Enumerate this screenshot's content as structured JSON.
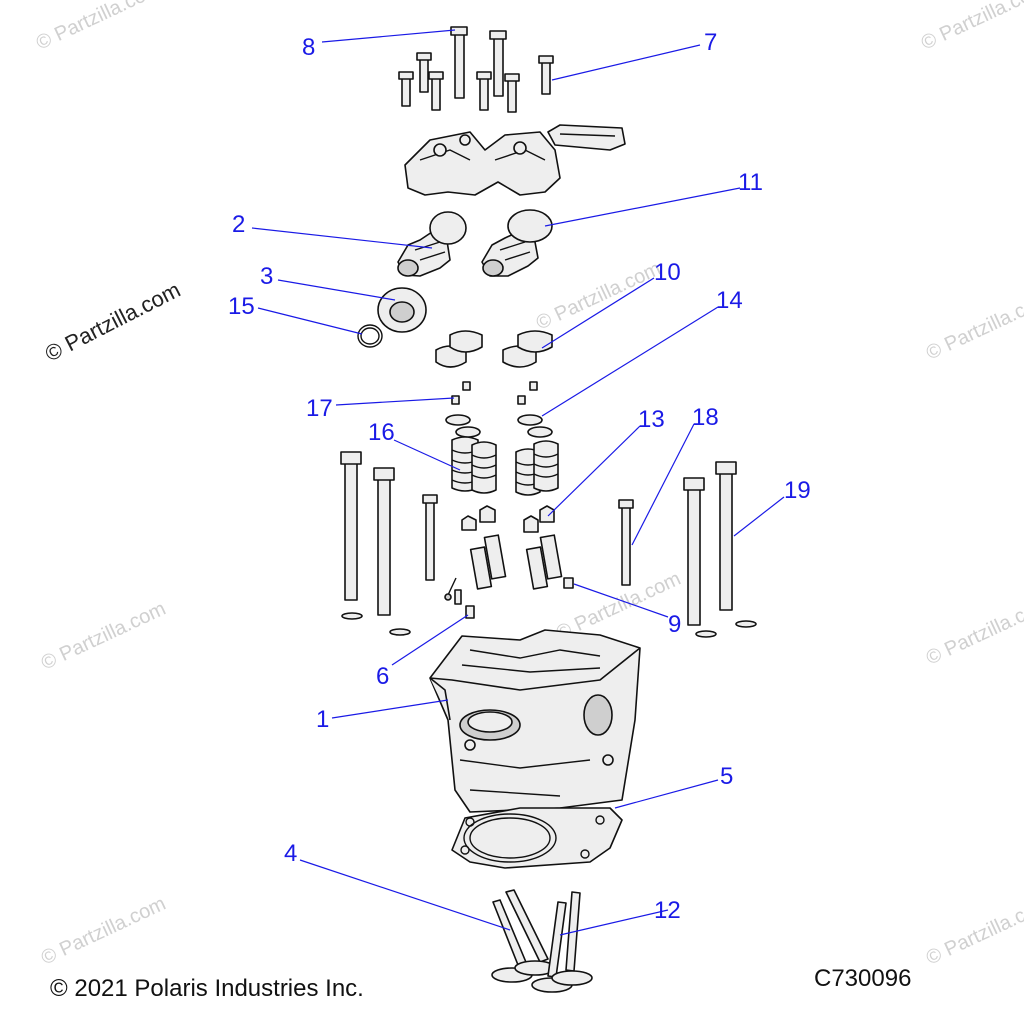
{
  "watermarks": {
    "text": "© Partzilla.com",
    "main": "© Partzilla.com"
  },
  "footer": {
    "copyright": "© 2021 Polaris Industries Inc.",
    "code": "C730096"
  },
  "callouts": [
    {
      "id": "1",
      "label": "1"
    },
    {
      "id": "2",
      "label": "2"
    },
    {
      "id": "3",
      "label": "3"
    },
    {
      "id": "4",
      "label": "4"
    },
    {
      "id": "5",
      "label": "5"
    },
    {
      "id": "6",
      "label": "6"
    },
    {
      "id": "7",
      "label": "7"
    },
    {
      "id": "8",
      "label": "8"
    },
    {
      "id": "9",
      "label": "9"
    },
    {
      "id": "10",
      "label": "10"
    },
    {
      "id": "11",
      "label": "11"
    },
    {
      "id": "12",
      "label": "12"
    },
    {
      "id": "13",
      "label": "13"
    },
    {
      "id": "14",
      "label": "14"
    },
    {
      "id": "15",
      "label": "15"
    },
    {
      "id": "16",
      "label": "16"
    },
    {
      "id": "17",
      "label": "17"
    },
    {
      "id": "18",
      "label": "18"
    },
    {
      "id": "19",
      "label": "19"
    }
  ],
  "colors": {
    "callout": "#1a1ae6",
    "outline": "#111111",
    "fill": "#eeeeee"
  }
}
